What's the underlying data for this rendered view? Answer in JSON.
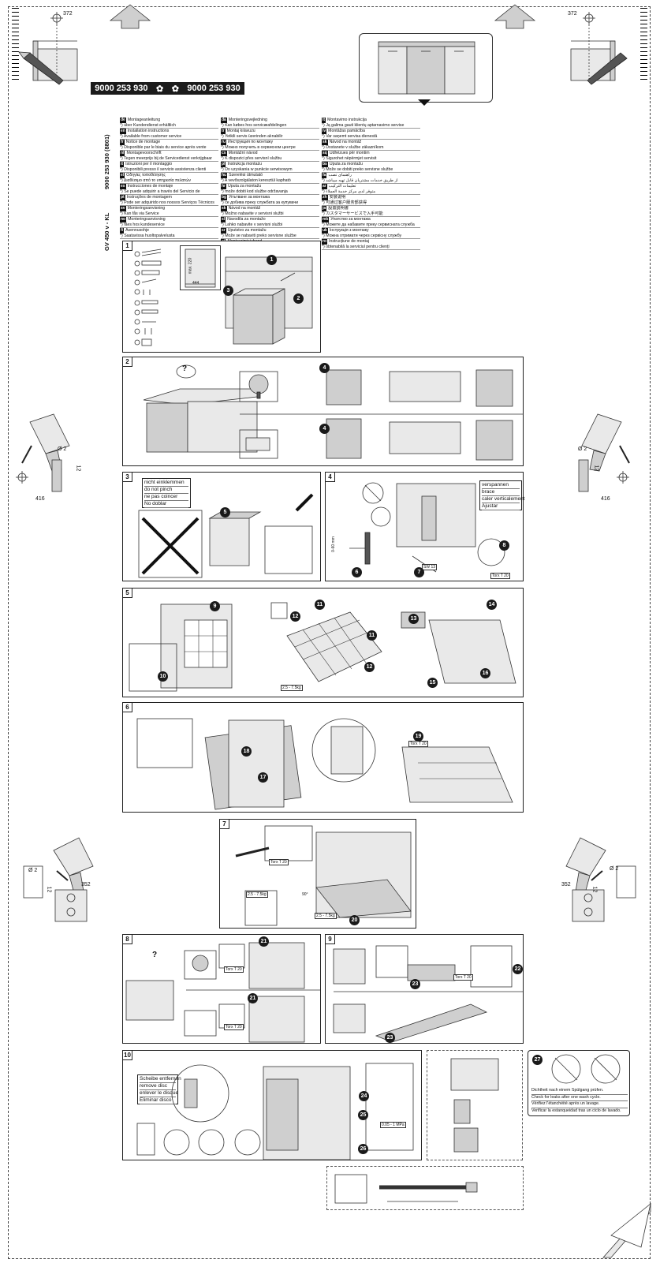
{
  "header": {
    "dim_top_left": "372",
    "dim_top_right": "372",
    "code_left": "9000 253 930",
    "code_right": "9000 253 930",
    "flower_icon": "flower-icon"
  },
  "side_title": {
    "line1": "9000 253 930 (8801)",
    "line2": "GV 450 v - KL"
  },
  "languages": [
    {
      "code": "de",
      "line1": "Montageanleitung",
      "line2": "*) über Kundendienst erhältlich"
    },
    {
      "code": "en",
      "line1": "Installation instructions",
      "line2": "*) Available from customer service"
    },
    {
      "code": "fr",
      "line1": "Notice de montage",
      "line2": "*) Disponible par le biais du service après vente"
    },
    {
      "code": "nl",
      "line1": "Montagevoorschrift",
      "line2": "*) Tegen meerprijs bij de Servicedienst verkrijgbaar"
    },
    {
      "code": "it",
      "line1": "Istruzioni per il montaggio",
      "line2": "*) Disponibili presso il servizio assistenza clienti"
    },
    {
      "code": "el",
      "line1": "Οδηγίες τοποθέτησης",
      "line2": "*) Διαθέσιμο από το υπηρεσία πελατών"
    },
    {
      "code": "es",
      "line1": "Instrucciones de montaje",
      "line2": "*) Se puede adquirir a través del Servicio de Asistencia Técnico Oficial de la marca"
    },
    {
      "code": "pt",
      "line1": "Instruções de montagem",
      "line2": "*) Pode ser adquirido nos nossos Serviços Técnicos"
    },
    {
      "code": "sv",
      "line1": "Monteringsanvisning",
      "line2": "*) Kan fås via Service"
    },
    {
      "code": "no",
      "line1": "Monteringsanvisning",
      "line2": "*) fåes hos kundeservice"
    },
    {
      "code": "fi",
      "line1": "Asennusohje",
      "line2": "*) Saatavissa huoltopalvelusta"
    },
    {
      "code": "da",
      "line1": "Monteringsvejledning",
      "line2": "*) Kan købes hos servicæafdelingen"
    },
    {
      "code": "tr",
      "line1": "Montaj kılavuzu",
      "line2": "*) Yetkili servis üzerinden alınabilir"
    },
    {
      "code": "ru",
      "line1": "Инструкция по монтажу",
      "line2": "*) Можно получить в сервисном центре"
    },
    {
      "code": "cs",
      "line1": "Montážní návod",
      "line2": "*) K dispozici přes servisní službu"
    },
    {
      "code": "pl",
      "line1": "Instrukcja montażu",
      "line2": "*) Do uzyskania w punkcie serwisowym"
    },
    {
      "code": "hu",
      "line1": "Szerelési útmutató",
      "line2": "*) A vevőszolgálaton keresztül kapható"
    },
    {
      "code": "hr",
      "line1": "Uputa za montažu",
      "line2": "*) može dobiti kod službe održavanja"
    },
    {
      "code": "bg",
      "line1": "Упътване за монтажа",
      "line2": "*) се добива преку службата за купувачи"
    },
    {
      "code": "sk",
      "line1": "Návod na montáž",
      "line2": "*) Možno nabavite v servisni službi"
    },
    {
      "code": "sl",
      "line1": "Navodila za montažo",
      "line2": "*) Lahko nabavite v servisni službi"
    },
    {
      "code": "sr",
      "line1": "Uputstvo za montažu",
      "line2": "*) Može se nabaviti preko servisne službe"
    },
    {
      "code": "et",
      "line1": "Monteerimisjuhend",
      "line2": "*) Tootja klienditeenindusest"
    },
    {
      "code": "lt",
      "line1": "Montavimo instrukcija",
      "line2": "*) Ją galima gauti klientų aptarnavimo servise"
    },
    {
      "code": "lv",
      "line1": "Montāžas pamācība",
      "line2": "*) Var saņemt servisa dienestā"
    },
    {
      "code": "sk",
      "line1": "Návod na montáž",
      "line2": "*) Dostanete v službe zákazníkom"
    },
    {
      "code": "sq",
      "line1": "Udhëzues për montim",
      "line2": "*) Sigurohet nëpërmjet servisit"
    },
    {
      "code": "bs",
      "line1": "Uputa za montažu",
      "line2": "*) Može se dobiti preko servisne službe"
    },
    {
      "code": "fa",
      "line1": "راهنمای نصب",
      "line2": "*) از طریق خدمات مشتریان قابل تهیه میباشد"
    },
    {
      "code": "ar",
      "line1": "تعليمات التركيب",
      "line2": "*) متوفر لدى مركز خدمة العملاء"
    },
    {
      "code": "zh",
      "line1": "安装说明",
      "line2": "*) 可通过客户服务部获得"
    },
    {
      "code": "ja",
      "line1": "設置説明書",
      "line2": "*) カスタマーサービスで入手可能"
    },
    {
      "code": "mk",
      "line1": "Упатство за монтажа",
      "line2": "*) Можете да набавите преку сервисната служба"
    },
    {
      "code": "uk",
      "line1": "Інструкція з монтажу",
      "line2": "*) Можна отримати через сервісну службу"
    },
    {
      "code": "ro",
      "line1": "Instrucțiune de montaj",
      "line2": "*) obtenabilă la serviciul pentru clienți"
    }
  ],
  "panels": {
    "p1": {
      "num": "1",
      "dim_width": "444",
      "dim_height": "max. 220",
      "tag": "",
      "steps": [
        "1",
        "2",
        "3"
      ]
    },
    "p2": {
      "num": "2",
      "question": "?",
      "steps": [
        "4",
        "4"
      ]
    },
    "p3": {
      "num": "3",
      "warning": [
        "nicht einklemmen",
        "do not pinch",
        "ne pas coincer",
        "No doblar"
      ],
      "step": "5"
    },
    "p4": {
      "num": "4",
      "labels": [
        "verspannen",
        "brace",
        "caler verticalement",
        "Ajustar"
      ],
      "steps": [
        "6",
        "7",
        "8"
      ],
      "dim": "0-60 mm",
      "sw": "SW 13",
      "torx": "Torx T 20"
    },
    "p5": {
      "num": "5",
      "steps": [
        "9",
        "10",
        "11",
        "12",
        "11",
        "12",
        "13",
        "14",
        "15",
        "16"
      ],
      "weight": "2.5 - 7.5kg"
    },
    "p6": {
      "num": "6",
      "steps": [
        "17",
        "18",
        "19"
      ],
      "torx": "Torx T 20"
    },
    "p7": {
      "num": "7",
      "steps": [
        "20"
      ],
      "torx": "Torx T 20",
      "weight": "2.5 - 7.5kg",
      "angle": "90°"
    },
    "p8": {
      "num": "8",
      "question": "?",
      "steps": [
        "21",
        "21"
      ],
      "torx": "Torx T 20"
    },
    "p9": {
      "num": "9",
      "steps": [
        "22",
        "23",
        "23"
      ],
      "torx": "Torx T 20"
    },
    "p10": {
      "num": "10",
      "labels": [
        "Scheibe entfernen",
        "remove disc",
        "enlever le disque",
        "Eliminar disco"
      ],
      "steps": [
        "24",
        "25",
        "26"
      ],
      "pressure": "0.05 - 1 MPa"
    },
    "p27": {
      "step": "27",
      "labels": [
        "Dichtheit nach einem Spülgang prüfen.",
        "Check for leaks after one wash cycle.",
        "Vérifiez l'étanchéité après un lavage.",
        "Verificar la estanqueidad tras un ciclo de lavado."
      ]
    }
  },
  "drill_dims": {
    "left_mid": {
      "diameter": "Ø 2",
      "depth": "12",
      "offset": "416"
    },
    "right_mid": {
      "diameter": "Ø 2",
      "depth": "12",
      "offset": "416"
    },
    "left_low": {
      "diameter": "Ø 2",
      "depth": "12",
      "offset": "352"
    },
    "right_low": {
      "diameter": "Ø 2",
      "depth": "12",
      "offset": "352"
    }
  }
}
